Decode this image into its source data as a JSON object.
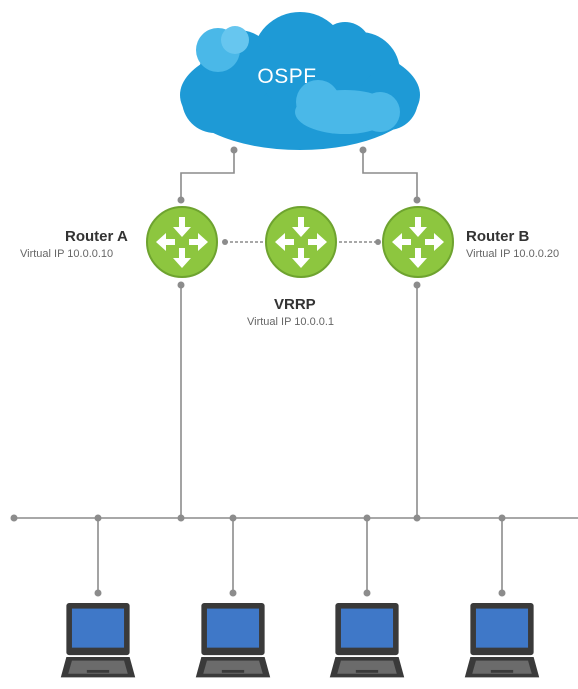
{
  "cloud": {
    "label": "OSPF"
  },
  "router_a": {
    "name": "Router A",
    "virtual_ip": "Virtual IP 10.0.0.10"
  },
  "router_b": {
    "name": "Router B",
    "virtual_ip": "Virtual IP 10.0.0.20"
  },
  "vrrp": {
    "name": "VRRP",
    "virtual_ip": "Virtual IP 10.0.0.1"
  },
  "colors": {
    "router_green": "#8dc63f",
    "cloud_blue": "#1e9ad6",
    "cloud_light": "#4ab8e8",
    "line_gray": "#8c8c8c",
    "laptop_frame": "#3a3a3a",
    "laptop_screen": "#3f78c8"
  },
  "icons": {
    "router": "router-arrows-icon",
    "cloud": "cloud-icon",
    "client": "laptop-icon"
  }
}
